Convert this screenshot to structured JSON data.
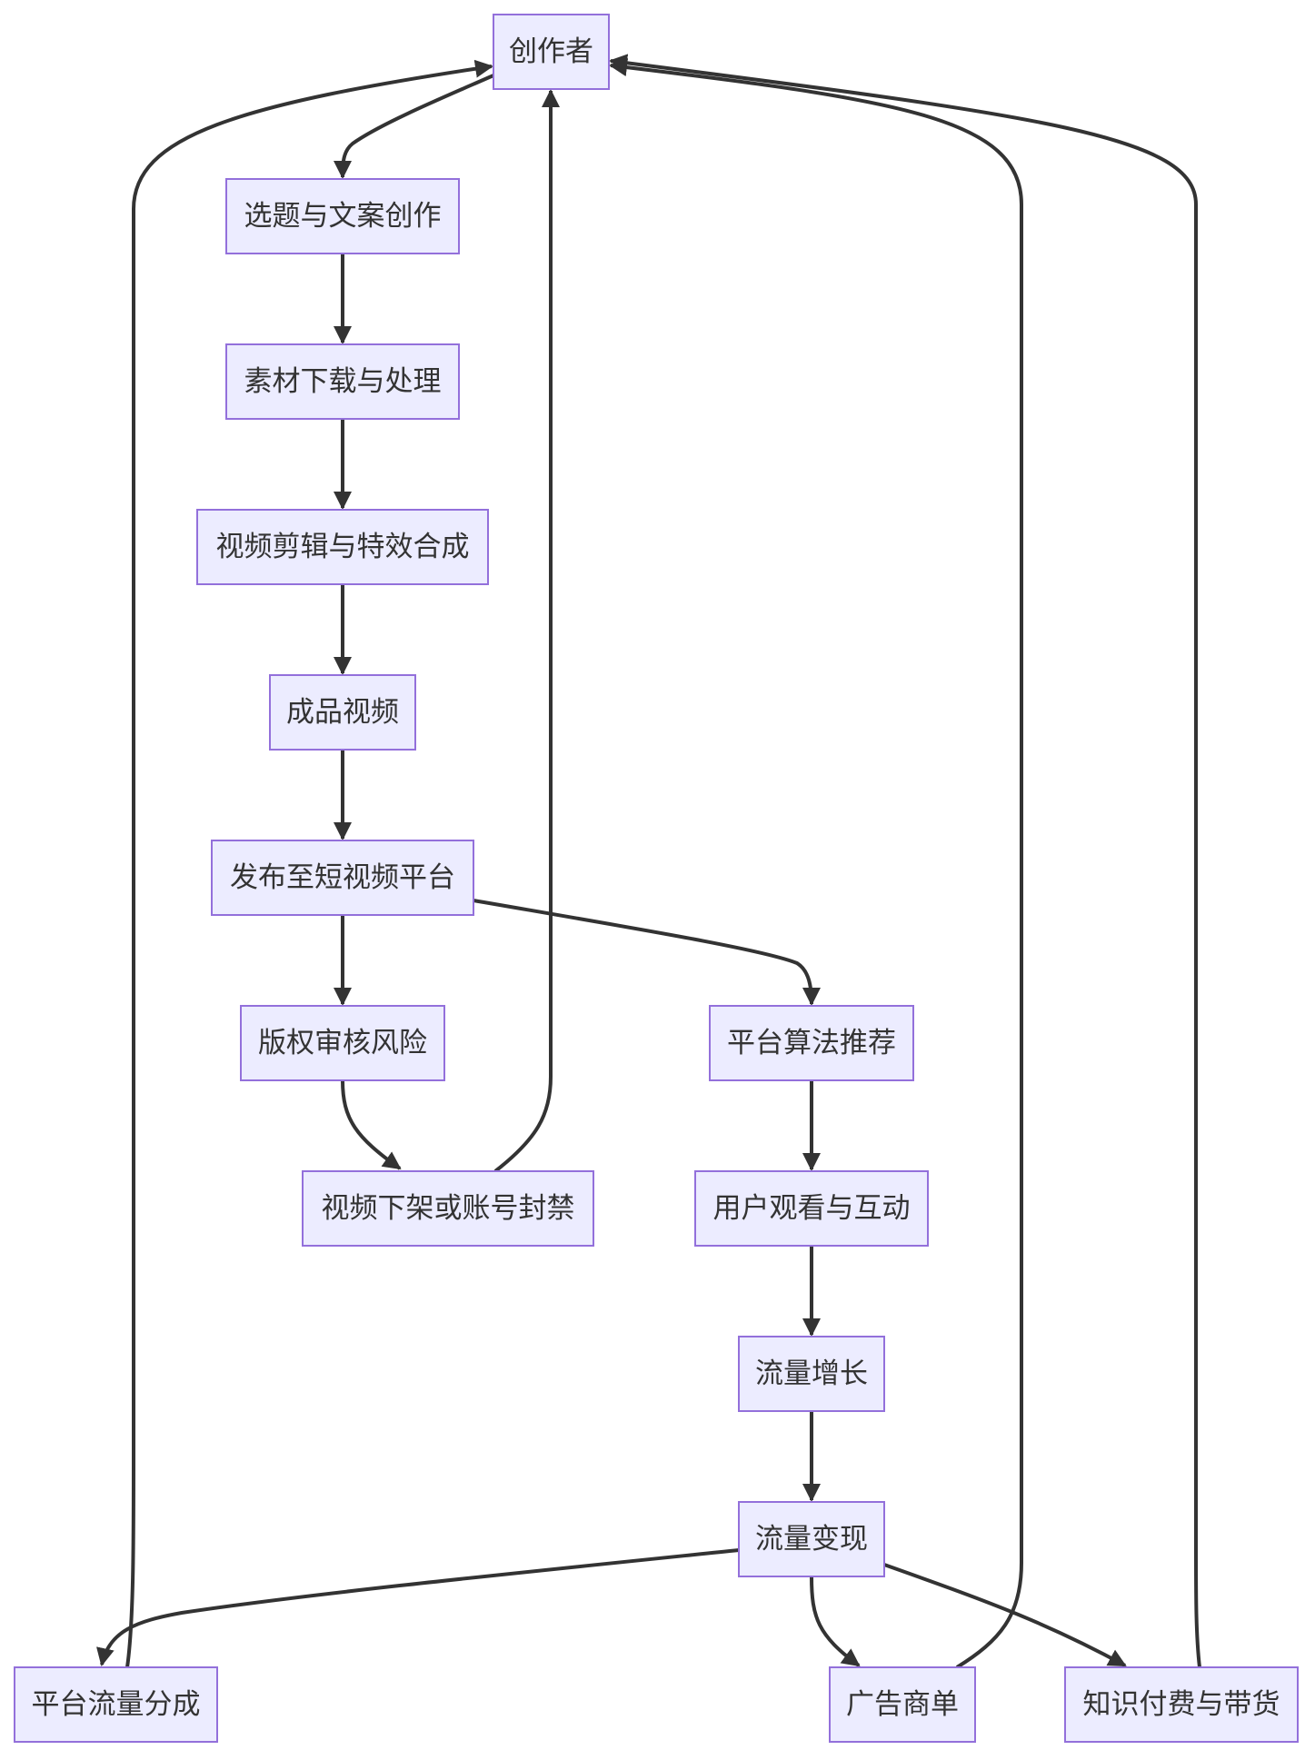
{
  "diagram": {
    "type": "flowchart",
    "colors": {
      "node_fill": "#ECECFF",
      "node_stroke": "#9370DB",
      "edge": "#333333",
      "text": "#333333"
    },
    "nodes": [
      {
        "id": "creator",
        "label": "创作者"
      },
      {
        "id": "topic",
        "label": "选题与文案创作"
      },
      {
        "id": "material",
        "label": "素材下载与处理"
      },
      {
        "id": "edit",
        "label": "视频剪辑与特效合成"
      },
      {
        "id": "final",
        "label": "成品视频"
      },
      {
        "id": "publish",
        "label": "发布至短视频平台"
      },
      {
        "id": "copyright",
        "label": "版权审核风险"
      },
      {
        "id": "ban",
        "label": "视频下架或账号封禁"
      },
      {
        "id": "algo",
        "label": "平台算法推荐"
      },
      {
        "id": "watch",
        "label": "用户观看与互动"
      },
      {
        "id": "growth",
        "label": "流量增长"
      },
      {
        "id": "monetize",
        "label": "流量变现"
      },
      {
        "id": "share",
        "label": "平台流量分成"
      },
      {
        "id": "ads",
        "label": "广告商单"
      },
      {
        "id": "knowledge",
        "label": "知识付费与带货"
      }
    ],
    "edges": [
      {
        "from": "creator",
        "to": "topic"
      },
      {
        "from": "topic",
        "to": "material"
      },
      {
        "from": "material",
        "to": "edit"
      },
      {
        "from": "edit",
        "to": "final"
      },
      {
        "from": "final",
        "to": "publish"
      },
      {
        "from": "publish",
        "to": "copyright"
      },
      {
        "from": "publish",
        "to": "algo"
      },
      {
        "from": "copyright",
        "to": "ban"
      },
      {
        "from": "ban",
        "to": "creator"
      },
      {
        "from": "algo",
        "to": "watch"
      },
      {
        "from": "watch",
        "to": "growth"
      },
      {
        "from": "growth",
        "to": "monetize"
      },
      {
        "from": "monetize",
        "to": "share"
      },
      {
        "from": "monetize",
        "to": "ads"
      },
      {
        "from": "monetize",
        "to": "knowledge"
      },
      {
        "from": "share",
        "to": "creator"
      },
      {
        "from": "ads",
        "to": "creator"
      },
      {
        "from": "knowledge",
        "to": "creator"
      }
    ]
  }
}
